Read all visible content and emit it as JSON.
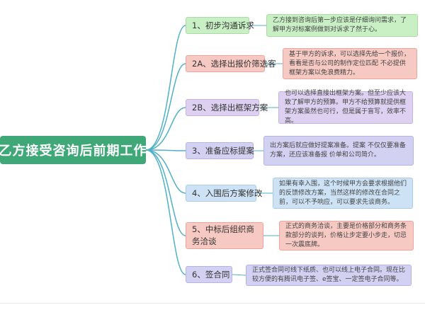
{
  "root": {
    "label": "乙方接受咨询后前期工作",
    "color": "#3fa778"
  },
  "branches": [
    {
      "id": "b1",
      "label": "1、初步沟通诉求",
      "color": "#c9f0c5",
      "border": "#a8dca2",
      "note": "乙方接到咨询后第一步应该是仔细询问需求，了解甲方对标案例做到对诉求了然于心。",
      "note_color": "#c9f0c5",
      "note_border": "#a8dca2"
    },
    {
      "id": "b2",
      "label": "2A、选择出报价筛选客",
      "color": "#f7c9c3",
      "border": "#eba59c",
      "note": "基于甲方的诉求，可以选择先给一个报价，看看是否与公司的制作定位匹配 不必提供框架方案以免浪费精力。",
      "note_color": "#f7c9c3",
      "note_border": "#eba59c"
    },
    {
      "id": "b3",
      "label": "2B、选择出框架方案",
      "color": "#ddd0f0",
      "border": "#c4b3e3",
      "note": "也可以选择直接出框架方案。但至少应该大致了解甲方的预算。甲方不给预算就提供框架方案虽然也可行，但是属于盲写，效率不高。",
      "note_color": "#ddd0f0",
      "note_border": "#c4b3e3"
    },
    {
      "id": "b4",
      "label": "3、准备应标提案",
      "color": "#d3d1f2",
      "border": "#b6b3e4",
      "note": "出方案后就应做好提案准备。提案 不仅仅要准备方案，还应该准备报 价单和公司简介。",
      "note_color": "#d3d1f2",
      "note_border": "#b6b3e4"
    },
    {
      "id": "b5",
      "label": "4、入围后方案修改",
      "color": "#cde3f5",
      "border": "#a9cbe8",
      "note": "如果有幸入围，这个时候甲方会要求根据他们的反馈修改方案，当然这样的修改在合同之前，可以不予响应，可以要求先谈商务。",
      "note_color": "#cde3f5",
      "note_border": "#a9cbe8"
    },
    {
      "id": "b6",
      "label": "5、中标后组织商务洽谈",
      "color": "#f7c9c3",
      "border": "#eba59c",
      "note": "正式的商务洽谈，主要是价格部分和商务条款部分的谈判，价格让步定要小步走，切忌一次震底牌。",
      "note_color": "#f7c9c3",
      "note_border": "#eba59c"
    },
    {
      "id": "b7",
      "label": "6、签合同",
      "color": "#d3d1f2",
      "border": "#b6b3e4",
      "note": "正式签合同可线下纸质、也可以线上电子合同。现在比较方便的有腾讯电子签、e签宝、一定签电子合同等。",
      "note_color": "#d3d1f2",
      "note_border": "#b6b3e4"
    }
  ]
}
